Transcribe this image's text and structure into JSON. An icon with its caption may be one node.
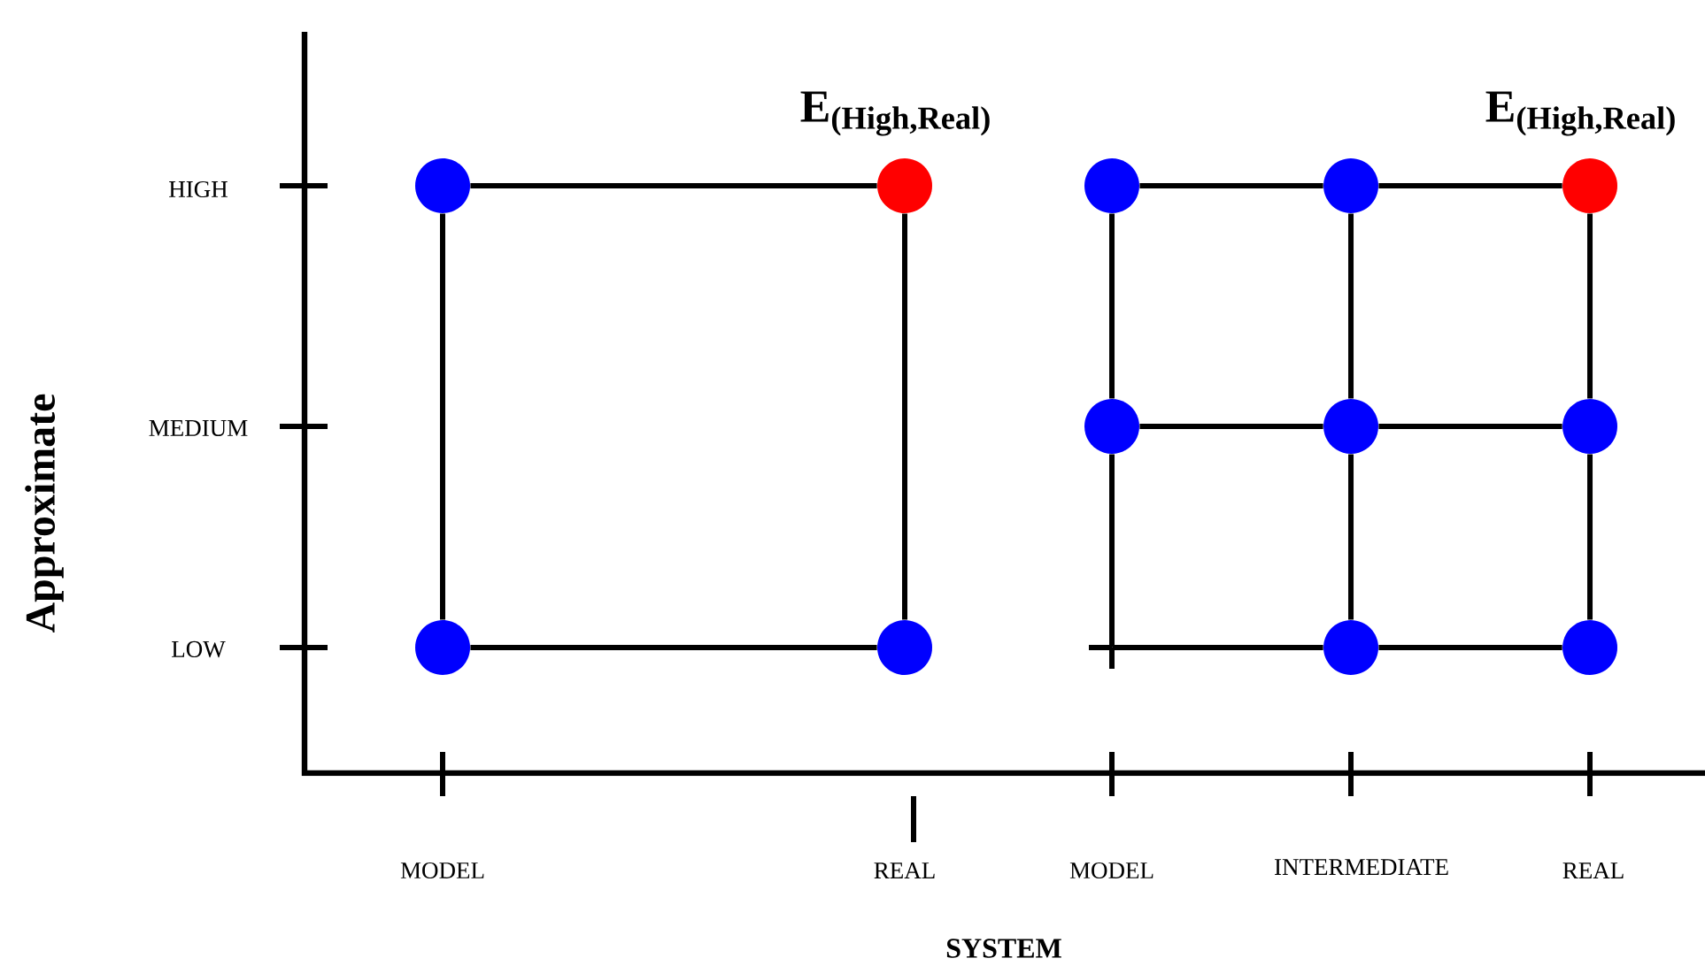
{
  "diagram": {
    "nodes": [
      {
        "text": [],
        "shape": "circle"
      },
      {
        "text": [],
        "shape": "circle",
        "beside": [
          "E$_{(High,Real)}$"
        ]
      },
      {
        "text": [],
        "shape": "circle"
      },
      {
        "text": [],
        "shape": "circle"
      },
      {
        "text": [],
        "shape": "circle"
      },
      {
        "text": [],
        "shape": "circle"
      },
      {
        "text": [],
        "shape": "circle",
        "beside": [
          "E$_{(High,Real)}$"
        ]
      },
      {
        "text": [],
        "shape": "circle"
      },
      {
        "text": [],
        "shape": "circle"
      },
      {
        "text": [],
        "shape": "circle"
      },
      {
        "text": [],
        "shape": "cross"
      },
      {
        "text": [],
        "shape": "circle"
      },
      {
        "text": [],
        "shape": "circle"
      }
    ],
    "edges": [
      {
        "from": 0,
        "to": 1,
        "arrow": "none"
      },
      {
        "from": 0,
        "to": 2,
        "arrow": "none"
      },
      {
        "from": 1,
        "to": 3,
        "arrow": "none"
      },
      {
        "from": 2,
        "to": 3,
        "arrow": "none"
      },
      {
        "from": 4,
        "to": 5,
        "arrow": "none"
      },
      {
        "from": 5,
        "to": 6,
        "arrow": "none"
      },
      {
        "from": 4,
        "to": 7,
        "arrow": "none"
      },
      {
        "from": 5,
        "to": 8,
        "arrow": "none"
      },
      {
        "from": 6,
        "to": 9,
        "arrow": "none"
      },
      {
        "from": 7,
        "to": 8,
        "arrow": "none"
      },
      {
        "from": 8,
        "to": 9,
        "arrow": "none"
      },
      {
        "from": 7,
        "to": 10,
        "arrow": "none"
      },
      {
        "from": 8,
        "to": 11,
        "arrow": "none"
      },
      {
        "from": 9,
        "to": 12,
        "arrow": "none"
      },
      {
        "from": 10,
        "to": 11,
        "arrow": "none"
      },
      {
        "from": 11,
        "to": 12,
        "arrow": "none"
      }
    ],
    "labels": [
      "HIGH",
      "MEDIUM",
      "Approximate",
      "LOW",
      "MODEL",
      "REAL",
      "MODEL",
      "INTERMEDIATE",
      "REAL",
      "SYSTEM"
    ]
  }
}
